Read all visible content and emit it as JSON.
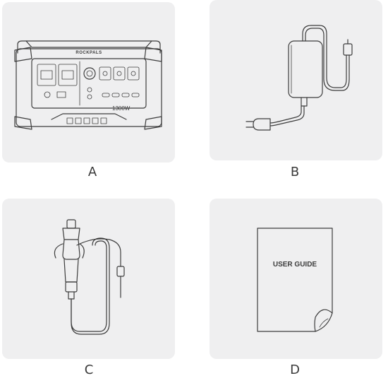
{
  "items": [
    {
      "letter": "A",
      "image": "power-station-illustration",
      "brand": "ROCKPALS",
      "model": "1300W"
    },
    {
      "letter": "B",
      "image": "ac-adapter-illustration"
    },
    {
      "letter": "C",
      "image": "car-charger-cable-illustration"
    },
    {
      "letter": "D",
      "image": "user-guide-booklet-illustration",
      "booklet_title": "USER GUIDE"
    }
  ]
}
